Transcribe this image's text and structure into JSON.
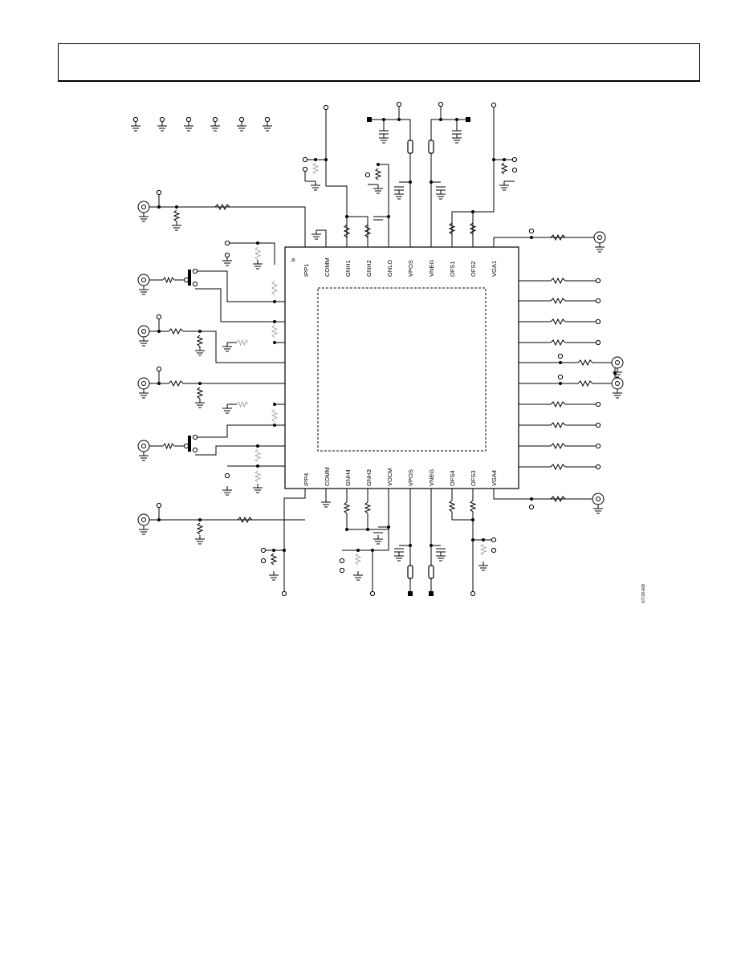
{
  "header": {
    "title": ""
  },
  "chip": {
    "top_pins": [
      "IPP1",
      "COMM",
      "GNH1",
      "GNH2",
      "GNLO",
      "VPOS",
      "VNEG",
      "OFS1",
      "OFS2",
      "VGA1"
    ],
    "bottom_pins": [
      "IPP4",
      "COMM",
      "GNH4",
      "GNH3",
      "VOCM",
      "VPOS",
      "VNEG",
      "OFS4",
      "OFS3",
      "VGA4"
    ],
    "pin1_marker": "a"
  },
  "figure_id": "07729-008",
  "colors": {
    "ink": "#000000",
    "dnp": "#a9a9a9",
    "background": "#ffffff"
  }
}
